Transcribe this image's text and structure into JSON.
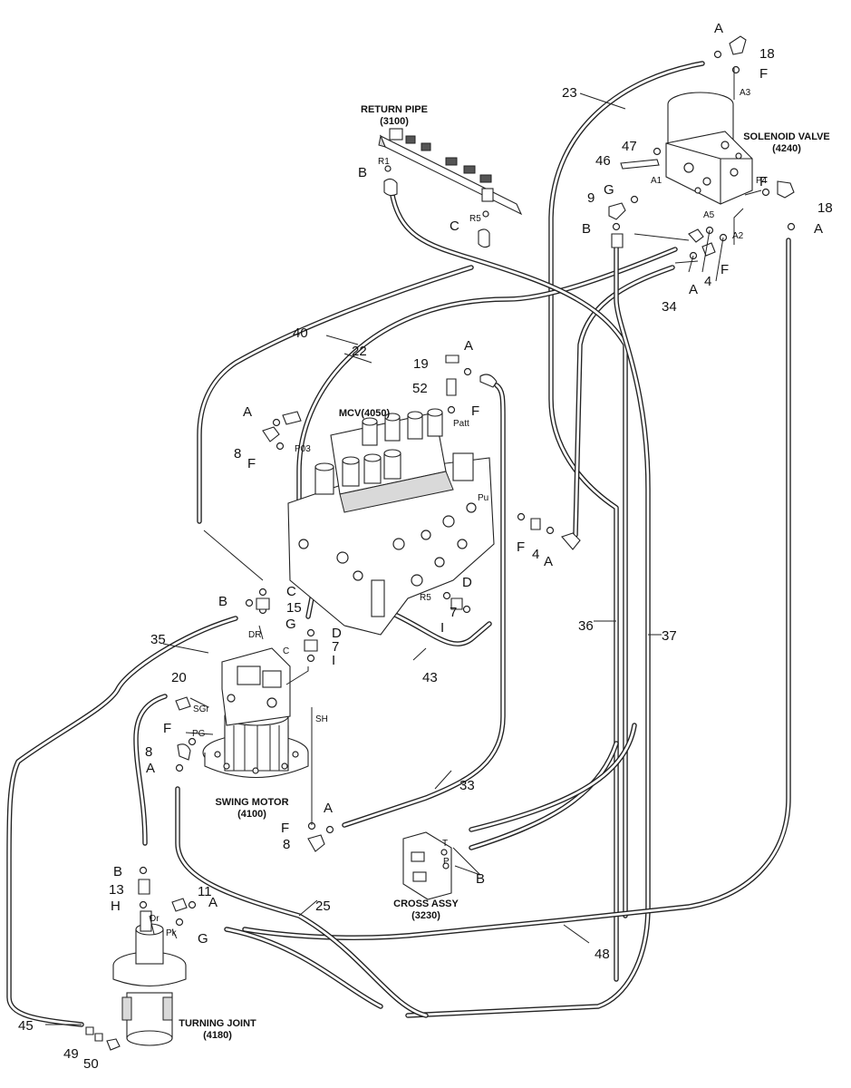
{
  "components": {
    "return_pipe": {
      "name": "RETURN PIPE",
      "code": "(3100)"
    },
    "solenoid_valve": {
      "name": "SOLENOID VALVE",
      "code": "(4240)"
    },
    "mcv": {
      "name": "MCV(4050)"
    },
    "swing_motor": {
      "name": "SWING MOTOR",
      "code": "(4100)"
    },
    "cross_assy": {
      "name": "CROSS ASSY",
      "code": "(3230)"
    },
    "turning_joint": {
      "name": "TURNING JOINT",
      "code": "(4180)"
    }
  },
  "part_numbers": {
    "p4": "4",
    "p4b": "4",
    "p7": "7",
    "p7b": "7",
    "p8": "8",
    "p8b": "8",
    "p8c": "8",
    "p9": "9",
    "p11": "11",
    "p13": "13",
    "p15": "15",
    "p18": "18",
    "p18b": "18",
    "p19": "19",
    "p20": "20",
    "p22": "22",
    "p23": "23",
    "p25": "25",
    "p33": "33",
    "p34": "34",
    "p35": "35",
    "p36": "36",
    "p37": "37",
    "p40": "40",
    "p43": "43",
    "p45": "45",
    "p46": "46",
    "p47": "47",
    "p48": "48",
    "p49": "49",
    "p50": "50",
    "p52": "52"
  },
  "letters": {
    "A1": "A",
    "A2": "A",
    "A3": "A",
    "A4": "A",
    "A5": "A",
    "A6": "A",
    "A7": "A",
    "A8": "A",
    "B1": "B",
    "B2": "B",
    "B3": "B",
    "B4": "B",
    "B5": "B",
    "C1": "C",
    "C2": "C",
    "D1": "D",
    "D2": "D",
    "F1": "F",
    "F2": "F",
    "F3": "F",
    "F4": "F",
    "F5": "F",
    "F6": "F",
    "F7": "F",
    "F8": "F",
    "G1": "G",
    "G2": "G",
    "G3": "G",
    "H1": "H",
    "I1": "I",
    "I2": "I"
  },
  "ports": {
    "r1": "R1",
    "r5": "R5",
    "r5b": "R5",
    "a1": "A1",
    "a2": "A2",
    "a3": "A3",
    "a5": "A5",
    "p4": "P4",
    "p03": "P03",
    "patt": "Patt",
    "pu": "Pu",
    "dr": "DR",
    "c": "C",
    "sgr": "SGr",
    "pg": "PG",
    "sh": "SH",
    "dr2": "Dr",
    "pk": "Pk",
    "t": "T",
    "p": "P"
  }
}
